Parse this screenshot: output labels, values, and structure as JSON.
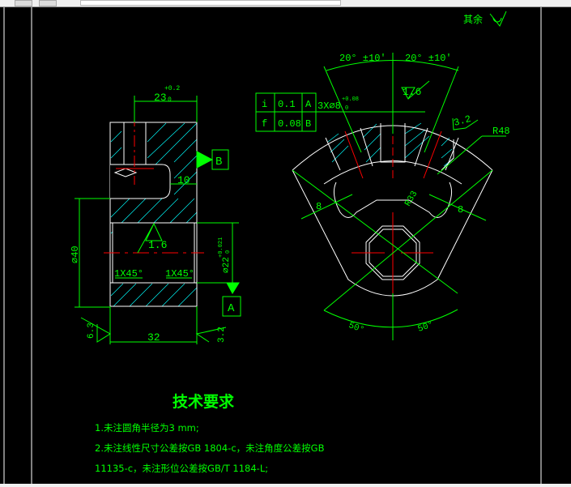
{
  "roughness_note": {
    "label": "其余"
  },
  "left_view": {
    "dim_width_top": "23",
    "dim_width_top_tol": "+0.2",
    "dim_width_top_tol_low": "0",
    "dim_slot": "10",
    "datum_b": "B",
    "datum_a": "A",
    "dim_outer_dia": "⌀40",
    "dim_bore": "⌀22",
    "dim_bore_tol": "+0.021",
    "dim_bore_tol_low": "0",
    "roughness_bore": "1.6",
    "chamfer_left": "1X45°",
    "chamfer_right": "1X45°",
    "roughness_left": "6.3",
    "roughness_right": "3.2",
    "dim_length": "32"
  },
  "tolerance_frame": {
    "rows": [
      {
        "symbol": "i",
        "value": "0.1",
        "datum": "A"
      },
      {
        "symbol": "f",
        "value": "0.08",
        "datum": "B"
      }
    ],
    "holes": "3X⌀8",
    "holes_tol": "+0.08",
    "holes_tol_low": "0"
  },
  "right_view": {
    "angle_left": "20° ±10′",
    "angle_right": "20° ±10′",
    "roughness_top": "1.6",
    "roughness_corner": "3.2",
    "radius_outer": "R48",
    "radius_inner": "R33",
    "dim_left": "8",
    "dim_right": "8",
    "angle_bottom_left": "50°",
    "angle_bottom_right": "50°"
  },
  "tech_requirements": {
    "title": "技术要求",
    "lines": [
      "1.未注圆角半径为3 mm;",
      "2.未注线性尺寸公差按GB 1804-c，未注角度公差按GB",
      "11135-c，未注形位公差按GB/T 1184-L;"
    ]
  },
  "colors": {
    "background": "#000000",
    "annotation": "#00ff00",
    "outline": "#ffffff",
    "centerline": "#ff0000",
    "hatch": "#00ffff"
  }
}
